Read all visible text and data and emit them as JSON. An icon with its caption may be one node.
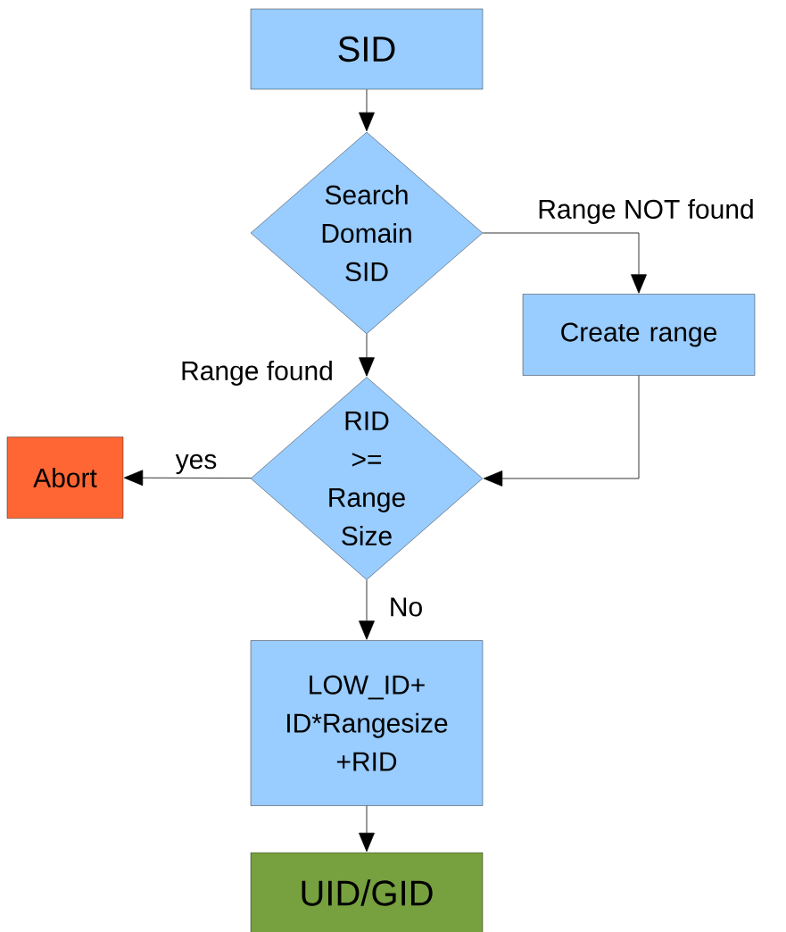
{
  "diagram": {
    "nodes": [
      {
        "text": [
          "SID"
        ]
      },
      {
        "text": [
          "Search Domain SID"
        ]
      },
      {
        "text": [
          "Create range"
        ]
      },
      {
        "text": [
          "RID >= Range Size"
        ]
      },
      {
        "text": [
          "Abort"
        ]
      },
      {
        "text": [
          "LOW_ID+ ID*Rangesize +RID"
        ]
      },
      {
        "text": [
          "UID/GID"
        ]
      }
    ],
    "edges": [
      {
        "from": 0,
        "to": 1,
        "arrow": "to"
      },
      {
        "from": 1,
        "to": 2,
        "arrow": "to",
        "label": "Range NOT found"
      },
      {
        "from": 1,
        "to": 3,
        "arrow": "to",
        "label": "Range found"
      },
      {
        "from": 2,
        "to": 3,
        "arrow": "to"
      },
      {
        "from": 3,
        "to": 4,
        "arrow": "to",
        "label": "yes"
      },
      {
        "from": 3,
        "to": 5,
        "arrow": "to",
        "label": "No"
      },
      {
        "from": 5,
        "to": 6,
        "arrow": "to"
      }
    ]
  }
}
